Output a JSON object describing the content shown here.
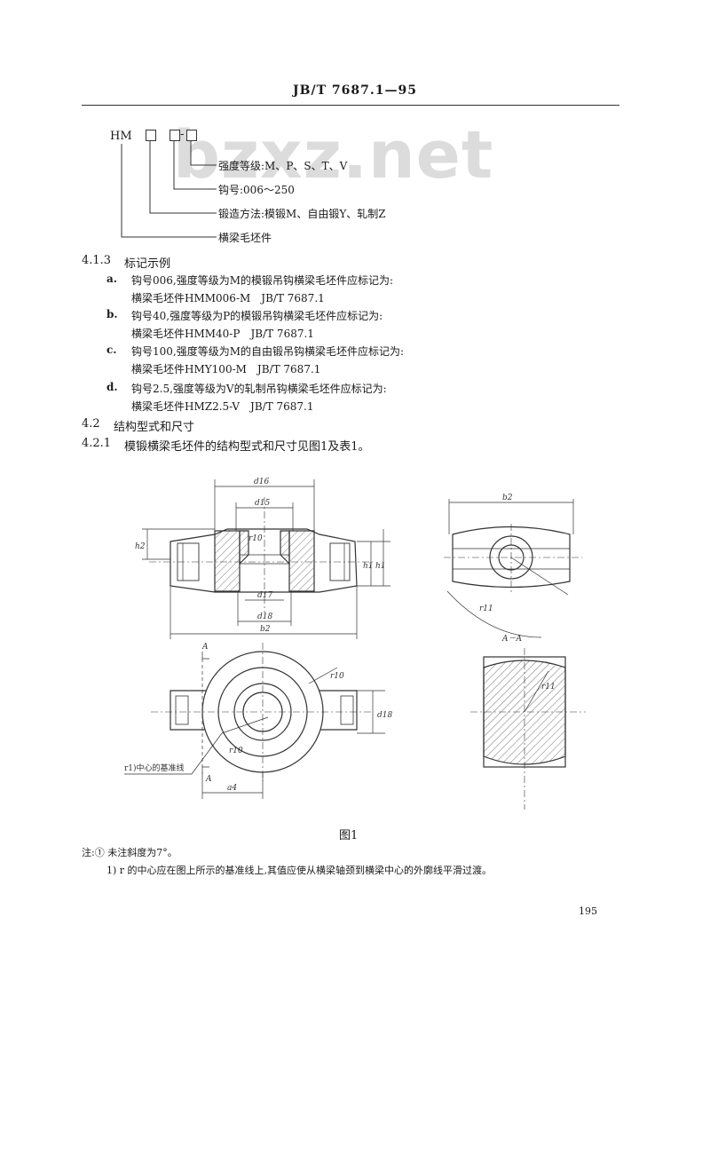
{
  "header": {
    "standard_no": "JB/T 7687.1—95"
  },
  "watermark": "bzxz.net",
  "code_diagram": {
    "prefix": "HM",
    "dash": "-",
    "labels": [
      "强度等级:M、P、S、T、V",
      "钩号:006～250",
      "锻造方法:模锻M、自由锻Y、轧制Z",
      "横梁毛坯件"
    ]
  },
  "sections": {
    "s413": {
      "num": "4.1.3",
      "title": "标记示例"
    },
    "examples": [
      {
        "letter": "a.",
        "text": "钩号006,强度等级为M的模锻吊钩横梁毛坯件应标记为:",
        "mark": "横梁毛坯件HMM006-M　JB/T 7687.1"
      },
      {
        "letter": "b.",
        "text": "钩号40,强度等级为P的模锻吊钩横梁毛坯件应标记为:",
        "mark": "横梁毛坯件HMM40-P　JB/T 7687.1"
      },
      {
        "letter": "c.",
        "text": "钩号100,强度等级为M的自由锻吊钩横梁毛坯件应标记为:",
        "mark": "横梁毛坯件HMY100-M　JB/T 7687.1"
      },
      {
        "letter": "d.",
        "text": "钩号2.5,强度等级为V的轧制吊钩横梁毛坯件应标记为:",
        "mark": "横梁毛坯件HMZ2.5-V　JB/T 7687.1"
      }
    ],
    "s42": {
      "num": "4.2",
      "title": "结构型式和尺寸"
    },
    "s421": {
      "num": "4.2.1",
      "title": "模锻横梁毛坯件的结构型式和尺寸见图1及表1。"
    }
  },
  "figure": {
    "caption": "图1",
    "labels": {
      "d16": "d16",
      "d15": "d15",
      "d17": "d17",
      "d18": "d18",
      "b2": "b2",
      "h2": "h2",
      "h1": "h1",
      "r10": "r10",
      "r11": "r11",
      "a4": "a4",
      "section_mark": "A",
      "section_title": "A－A",
      "baseline": "r1)中心的基准线"
    }
  },
  "notes": {
    "note1": "注:① 未注斜度为7°。",
    "note2": "1) r 的中心应在图上所示的基准线上,其值应使从横梁轴颈到横梁中心的外廓线平滑过渡。"
  },
  "page_number": "195"
}
